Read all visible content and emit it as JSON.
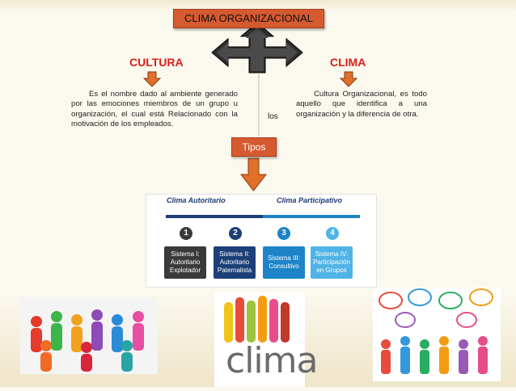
{
  "title": "CLIMA ORGANIZACIONAL",
  "branches": {
    "left": {
      "heading": "CULTURA",
      "text": "Es el nombre dado al ambiente generado por las emociones miembros de un grupo u organización, el cual está Relacionado con la motivación de los empleados."
    },
    "right": {
      "heading": "CLIMA",
      "text": "Cultura Organizacional, es todo aquello que identifica a una organización y la diferencia de otra."
    },
    "connector": "los"
  },
  "tipos_label": "Tipos",
  "types_panel": {
    "groups": [
      "Clima Autoritario",
      "Clima Participativo"
    ],
    "systems": [
      {
        "number": "1",
        "label": "Sistema I: Autoritario Explotador",
        "color": "#3a3a3a"
      },
      {
        "number": "2",
        "label": "Sistema II: Autoritario Paternalista",
        "color": "#1c3f78"
      },
      {
        "number": "3",
        "label": "Sistema III: Consultivo",
        "color": "#1d84c8"
      },
      {
        "number": "4",
        "label": "Sistema IV: Participación en Grupos",
        "color": "#4fb3e6"
      }
    ]
  },
  "images": {
    "center_caption": "clima"
  },
  "colors": {
    "accent_box": "#d65a2f",
    "heading_red": "#d6211a",
    "arrow_orange": "#e0702a",
    "arrow_dark": "#2f2f2f"
  }
}
